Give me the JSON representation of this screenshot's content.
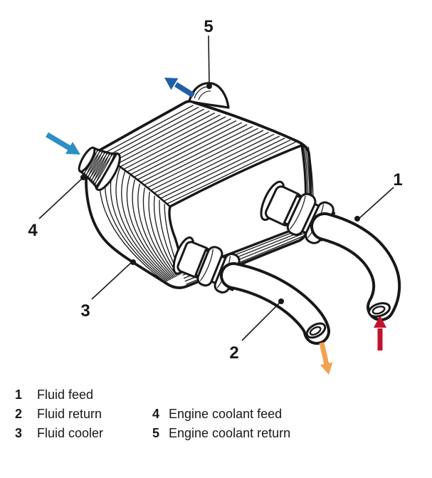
{
  "callouts": {
    "c1": "1",
    "c2": "2",
    "c3": "3",
    "c4": "4",
    "c5": "5"
  },
  "legend": {
    "items": [
      {
        "num": "1",
        "label": "Fluid feed"
      },
      {
        "num": "2",
        "label": "Fluid return"
      },
      {
        "num": "3",
        "label": "Fluid cooler"
      },
      {
        "num": "4",
        "label": "Engine coolant feed"
      },
      {
        "num": "5",
        "label": "Engine coolant return"
      }
    ]
  },
  "arrows": {
    "engine_coolant_feed": {
      "color": "#2E8EC6"
    },
    "engine_coolant_return": {
      "color": "#1F5FA6"
    },
    "fluid_return": {
      "color": "#F2A24F"
    },
    "fluid_feed": {
      "color": "#C1122F"
    }
  },
  "colors": {
    "ink": "#181818",
    "background": "#ffffff"
  }
}
